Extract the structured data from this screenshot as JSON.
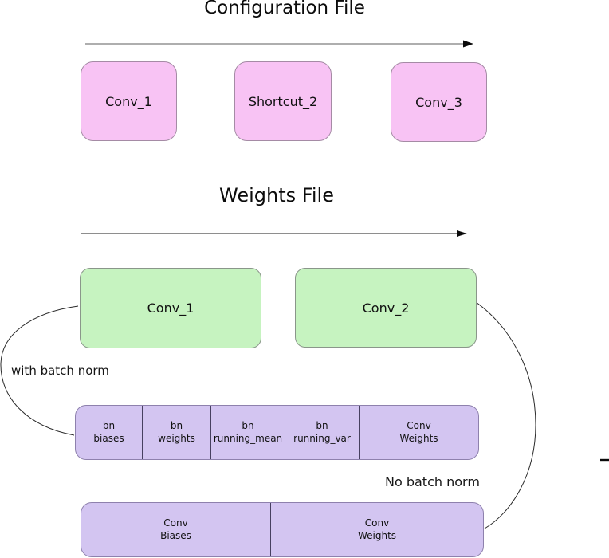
{
  "colors": {
    "pink_fill": "#f8c3f4",
    "pink_border": "#a58ba5",
    "green_fill": "#c6f3c0",
    "green_border": "#8a968a",
    "purple_fill": "#d3c5f1",
    "purple_border": "#8e81ad",
    "arrow1_line": "#a3a3a3",
    "arrow2_line": "#4a4a4a",
    "curve": "#2a2a2a"
  },
  "configuration": {
    "title": "Configuration File",
    "boxes": [
      {
        "label": "Conv_1"
      },
      {
        "label": "Shortcut_2"
      },
      {
        "label": "Conv_3"
      }
    ]
  },
  "weights": {
    "title": "Weights File",
    "boxes": [
      {
        "label": "Conv_1"
      },
      {
        "label": "Conv_2"
      }
    ]
  },
  "annotations": {
    "with_batch_norm": "with batch norm",
    "no_batch_norm": "No batch norm"
  },
  "bn_layout": {
    "cells": [
      {
        "line1": "bn",
        "line2": "biases"
      },
      {
        "line1": "bn",
        "line2": "weights"
      },
      {
        "line1": "bn",
        "line2": "running_mean"
      },
      {
        "line1": "bn",
        "line2": "running_var"
      },
      {
        "line1": "Conv",
        "line2": "Weights"
      }
    ]
  },
  "no_bn_layout": {
    "cells": [
      {
        "line1": "Conv",
        "line2": "Biases"
      },
      {
        "line1": "Conv",
        "line2": "Weights"
      }
    ]
  }
}
